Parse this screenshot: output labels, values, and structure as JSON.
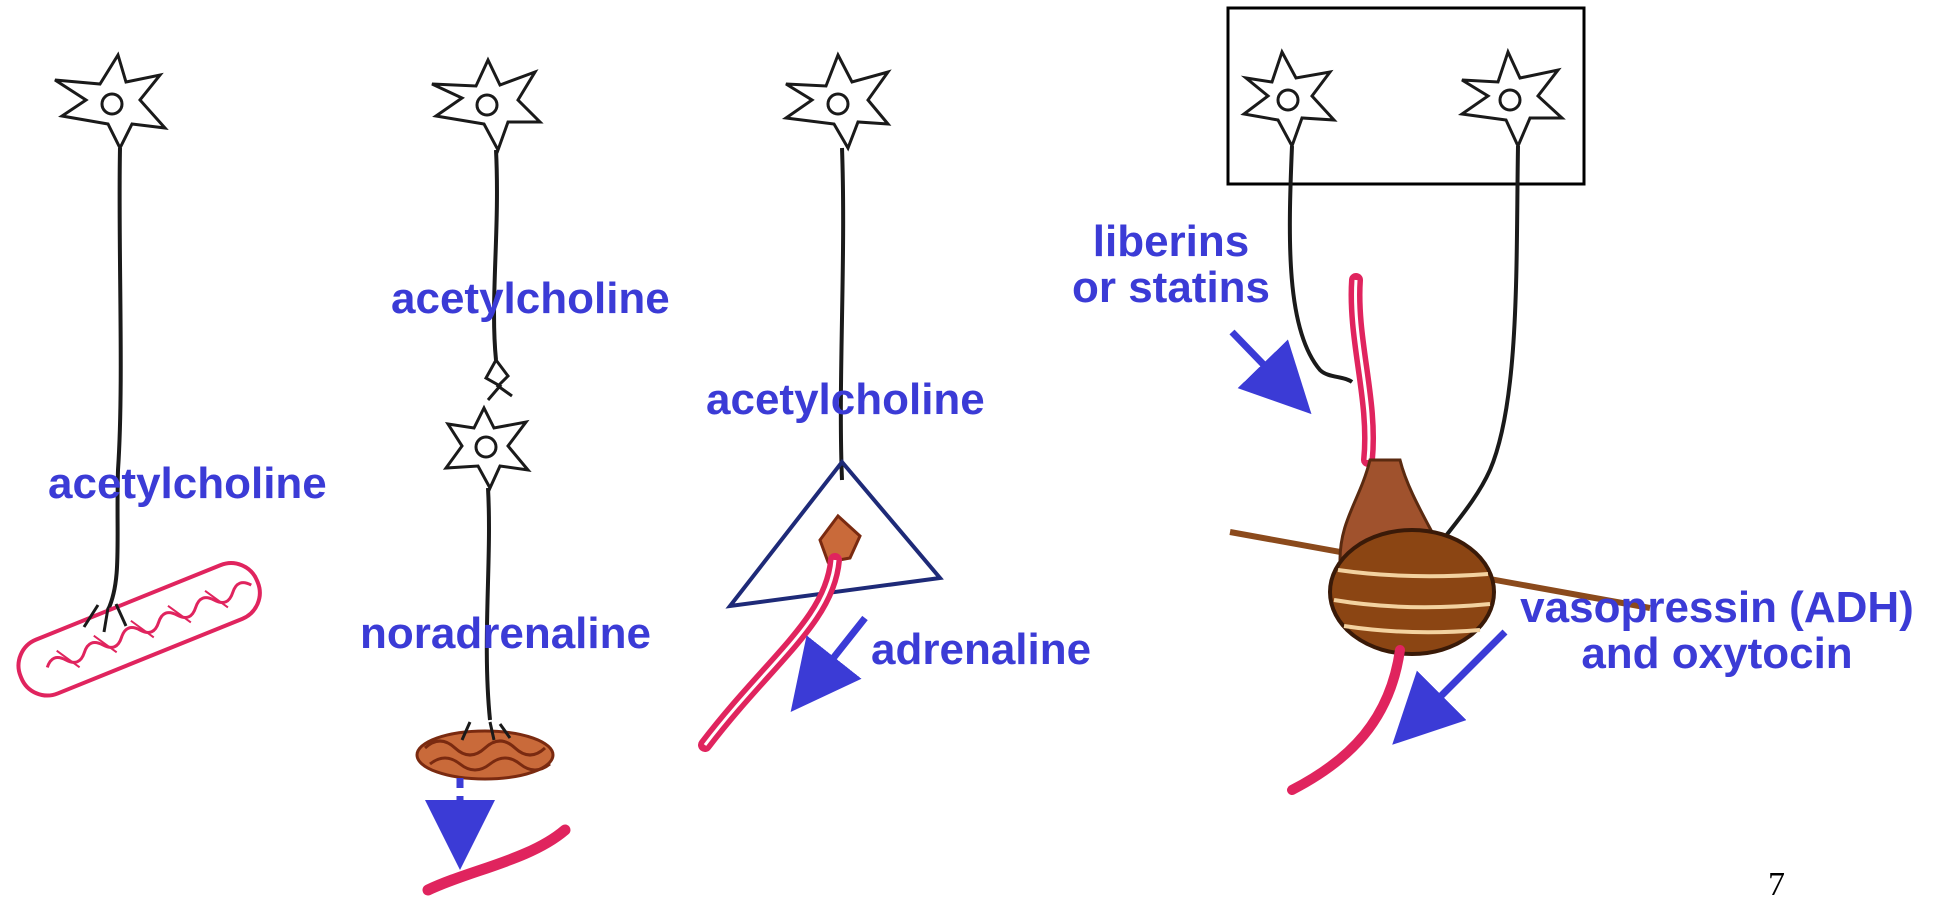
{
  "labels": {
    "panel1_transmitter": "acetylcholine",
    "panel2_preganglionic": "acetylcholine",
    "panel2_postganglionic": "noradrenaline",
    "panel3_transmitter": "acetylcholine",
    "panel3_hormone": "adrenaline",
    "panel4_releasing_line1": "liberins",
    "panel4_releasing_line2": "or statins",
    "panel4_hormones_line1": "vasopressin (ADH)",
    "panel4_hormones_line2": "and oxytocin"
  },
  "page_number": "7",
  "colors": {
    "label_blue": "#3b3bd6",
    "nerve_black": "#1a1a1a",
    "vessel_red": "#e0245e",
    "effector_brown": "#7a2a10",
    "triangle_navy": "#1e2a78"
  }
}
